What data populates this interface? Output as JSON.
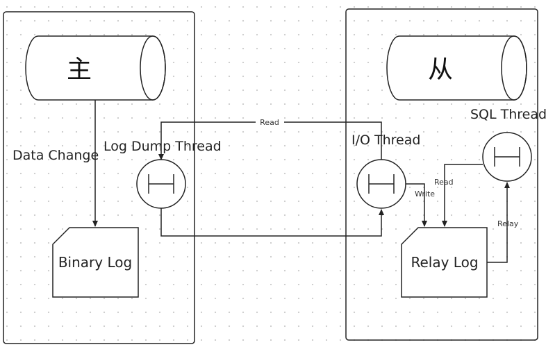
{
  "master": {
    "db_label": "主",
    "data_change_label": "Data Change",
    "binary_log_label": "Binary Log",
    "dump_thread_label": "Log Dump Thread"
  },
  "slave": {
    "db_label": "从",
    "io_thread_label": "I/O Thread",
    "sql_thread_label": "SQL Thread",
    "relay_log_label": "Relay Log"
  },
  "edges": {
    "read_top_label": "Read",
    "write_label": "Write",
    "read_relay_label": "Read",
    "relay_label": "Relay"
  },
  "colors": {
    "stroke": "#222222",
    "background": "#ffffff",
    "grid_dot": "#cfcfcf"
  }
}
